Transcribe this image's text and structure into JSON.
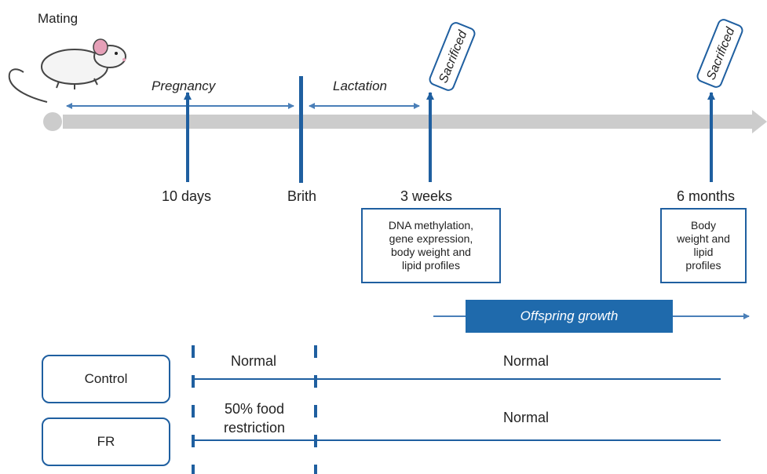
{
  "diagram": {
    "mating_label": "Mating",
    "phases": {
      "pregnancy": "Pregnancy",
      "lactation": "Lactation"
    },
    "timepoints": {
      "ten_days": "10 days",
      "birth": "Brith",
      "three_weeks": "3 weeks",
      "six_months": "6 months"
    },
    "sacrificed_tag": "Sacrificed",
    "measure_3w": [
      "DNA methylation,",
      "gene expression,",
      "body weight and",
      "lipid profiles"
    ],
    "measure_6m": [
      "Body",
      "weight and",
      "lipid",
      "profiles"
    ],
    "growth_label": "Offspring growth",
    "groups": [
      {
        "name": "Control",
        "pregnancy_diet": "Normal",
        "postnatal_diet": "Normal"
      },
      {
        "name": "FR",
        "pregnancy_diet_lines": [
          "50% food",
          "restriction"
        ],
        "postnatal_diet": "Normal"
      }
    ],
    "colors": {
      "blue": "#1f5fa0",
      "arrow_light": "#4a7fb8",
      "timeline_gray": "#cccccc",
      "growth_fill": "#1f6aac",
      "mouse_pink": "#e6a0b8"
    }
  }
}
